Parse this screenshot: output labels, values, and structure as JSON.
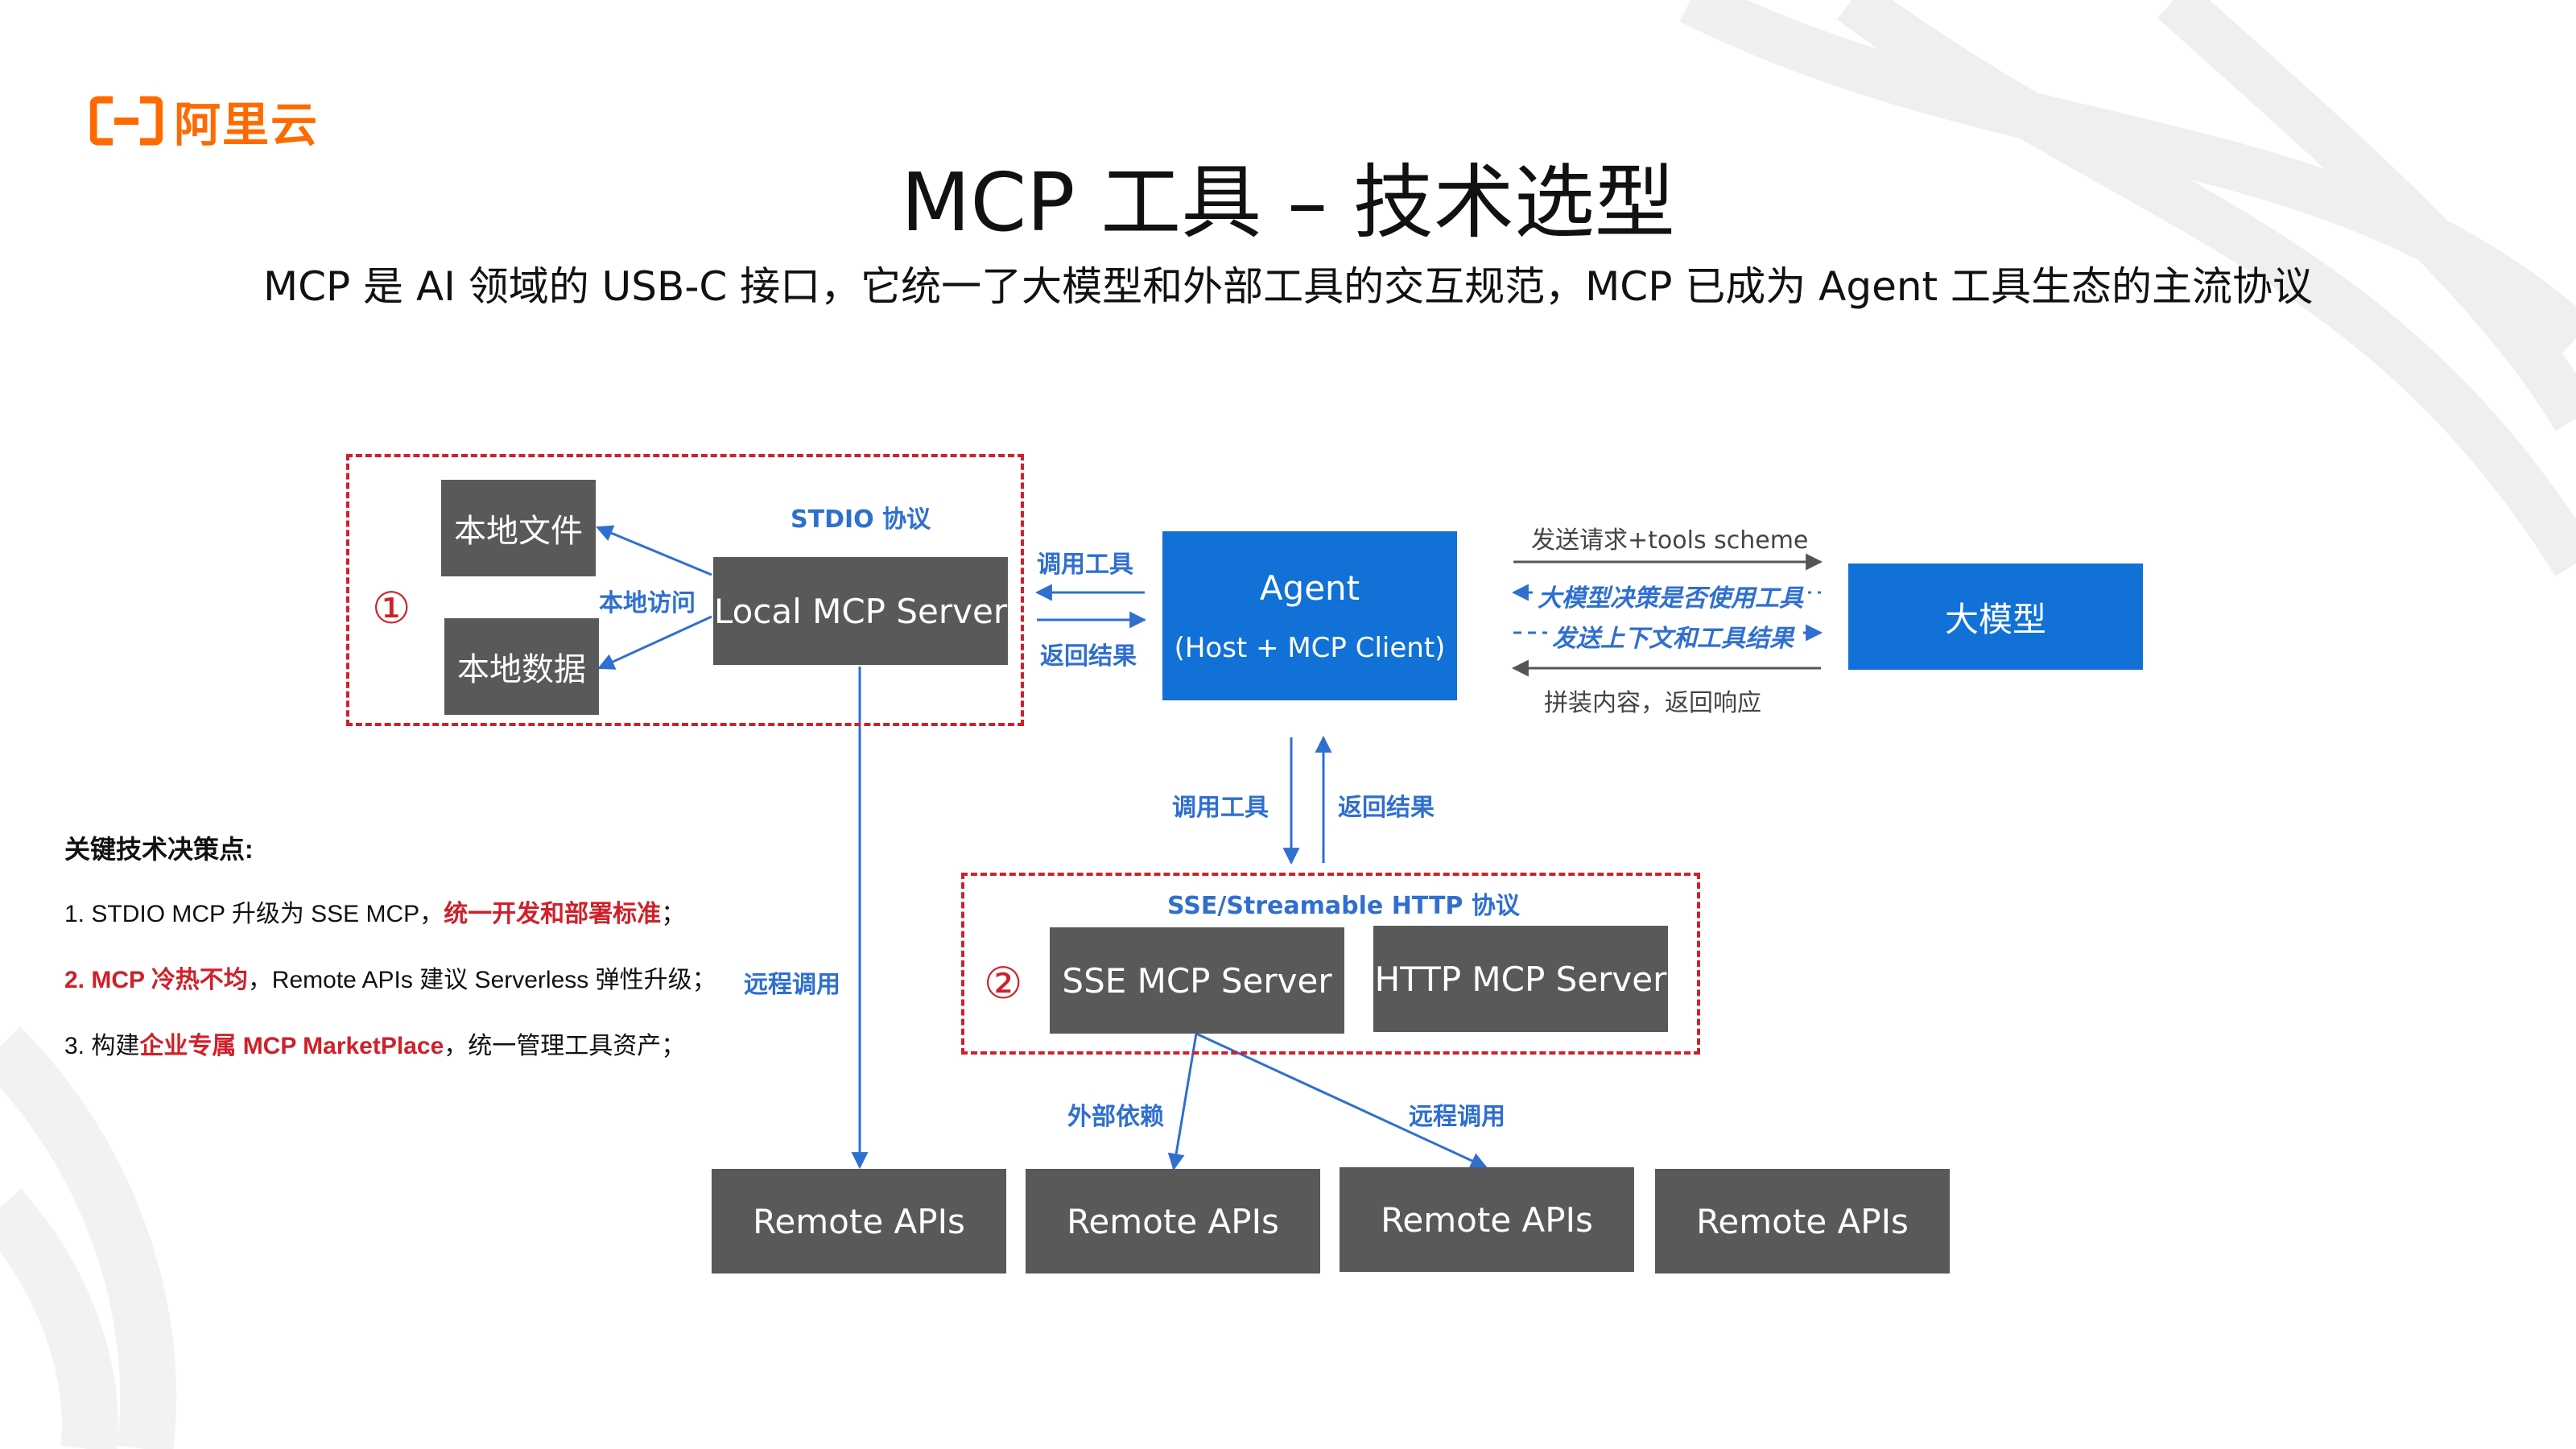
{
  "logo": {
    "text": "阿里云"
  },
  "title": "MCP 工具 – 技术选型",
  "subtitle": "MCP 是 AI 领域的 USB-C 接口，它统一了大模型和外部工具的交互规范，MCP 已成为 Agent 工具生态的主流协议",
  "zone1": {
    "marker": "①",
    "protocol": "STDIO 协议",
    "local_file": "本地文件",
    "local_data": "本地数据",
    "local_access": "本地访问",
    "local_server": "Local MCP Server"
  },
  "agent_links": {
    "call_tool": "调用工具",
    "return_result": "返回结果"
  },
  "agent": {
    "name": "Agent",
    "detail": "(Host + MCP Client)"
  },
  "llm": {
    "name": "大模型",
    "send_request": "发送请求+tools scheme",
    "decide_tool": "大模型决策是否使用工具",
    "send_context": "发送上下文和工具结果",
    "assemble": "拼装内容，返回响应"
  },
  "vertical_links": {
    "call_tool": "调用工具",
    "return_result": "返回结果"
  },
  "zone2": {
    "marker": "②",
    "protocol": "SSE/Streamable HTTP 协议",
    "sse_server": "SSE MCP Server",
    "http_server": "HTTP MCP Server"
  },
  "remote_call_left": "远程调用",
  "external_dep": "外部依赖",
  "remote_call_right": "远程调用",
  "remote_apis": [
    "Remote APIs",
    "Remote APIs",
    "Remote APIs",
    "Remote APIs"
  ],
  "notes": {
    "heading": "关键技术决策点:",
    "item1_prefix": "1.  STDIO MCP 升级为 SSE MCP，",
    "item1_emph": "统一开发和部署标准",
    "item1_suffix": "；",
    "item2_emph": "2.  MCP 冷热不均",
    "item2_suffix": "，Remote APIs 建议 Serverless 弹性升级；",
    "item3_prefix": "3.  构建",
    "item3_emph": "企业专属 MCP MarketPlace",
    "item3_suffix": "，统一管理工具资产；"
  },
  "colors": {
    "accent_blue": "#1171d6",
    "box_gray": "#595959",
    "dash_red": "#d0202a",
    "brand_orange": "#ff6a00",
    "label_blue": "#2f6fd0"
  }
}
